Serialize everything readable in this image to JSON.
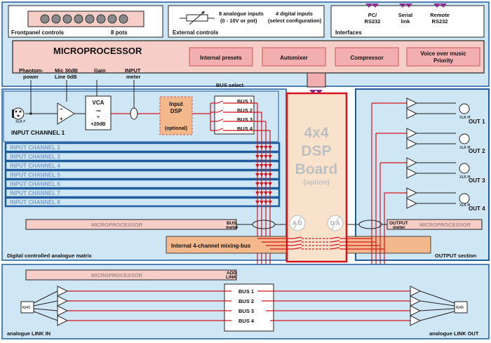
{
  "top": {
    "frontpanel": {
      "title": "Frontpanel controls",
      "pots": "8 pots"
    },
    "external": {
      "title": "External controls",
      "analogue": "8 analogue inputs",
      "analogue_sub": "(0 - 10V or pot)",
      "digital": "4 digital inputs",
      "digital_sub": "(select configuration)"
    },
    "interfaces": {
      "title": "Interfaces",
      "items": [
        {
          "line1": "PC/",
          "line2": "RS232"
        },
        {
          "line1": "Serial",
          "line2": "link"
        },
        {
          "line1": "Remote",
          "line2": "RS232"
        }
      ]
    }
  },
  "mp": {
    "title": "MICROPROCESSOR",
    "boxes": {
      "presets": "Internal presets",
      "automixer": "Automixer",
      "compressor": "Compressor",
      "vom1": "Voice over music",
      "vom2": "Priority"
    }
  },
  "labels": {
    "phantom1": "Phantom-",
    "phantom2": "power",
    "mic1": "Mic 30dB",
    "mic2": "Line 0dB",
    "gain": "Gain",
    "meter1": "INPUT",
    "meter2": "meter",
    "busselect": "BUS select",
    "vca": "VCA",
    "vca_inf": "-∞",
    "vca_plus": "+20dB",
    "dsp1": "Input",
    "dsp2": "DSP",
    "dsp_opt": "(optional)",
    "xlrf": "XLR F",
    "xlrm": "XLR M",
    "rj45": "RJ45",
    "ch1": "INPUT CHANNEL 1",
    "matrix": "Digital controlled analogue matrix",
    "mixbus": "Internal 4-channel mixing-bus",
    "output_section": "OUTPUT section",
    "mp_small": "MICROPROCESSOR",
    "bus_meter1": "BUS",
    "bus_meter2": "meter",
    "out_meter1": "OUTPUT",
    "out_meter2": "meter",
    "add1": "ADD",
    "add2": "LINK",
    "link_in": "analogue LINK IN",
    "link_out": "analogue LINK OUT"
  },
  "buses": [
    "BUS 1",
    "BUS 2",
    "BUS 3",
    "BUS 4"
  ],
  "channels": [
    "INPUT CHANNEL 2",
    "INPUT CHANNEL 3",
    "INPUT CHANNEL 4",
    "INPUT CHANNEL 5",
    "INPUT CHANNEL 6",
    "INPUT CHANNEL 7",
    "INPUT CHANNEL 8"
  ],
  "outputs": [
    "OUT 1",
    "OUT 2",
    "OUT 3",
    "OUT 4"
  ],
  "dsp": {
    "l1": "4x4",
    "l2": "DSP",
    "l3": "Board",
    "l4": "(option)",
    "ad": "A",
    "ad2": "D",
    "da": "D",
    "da2": "A"
  },
  "colors": {
    "panel": "#cfe6f5",
    "salmon": "#f7cdc8",
    "orange": "#f3b88c",
    "red": "#d4141c",
    "blue": "#1f5c9e",
    "purple": "#8a2d8c"
  }
}
